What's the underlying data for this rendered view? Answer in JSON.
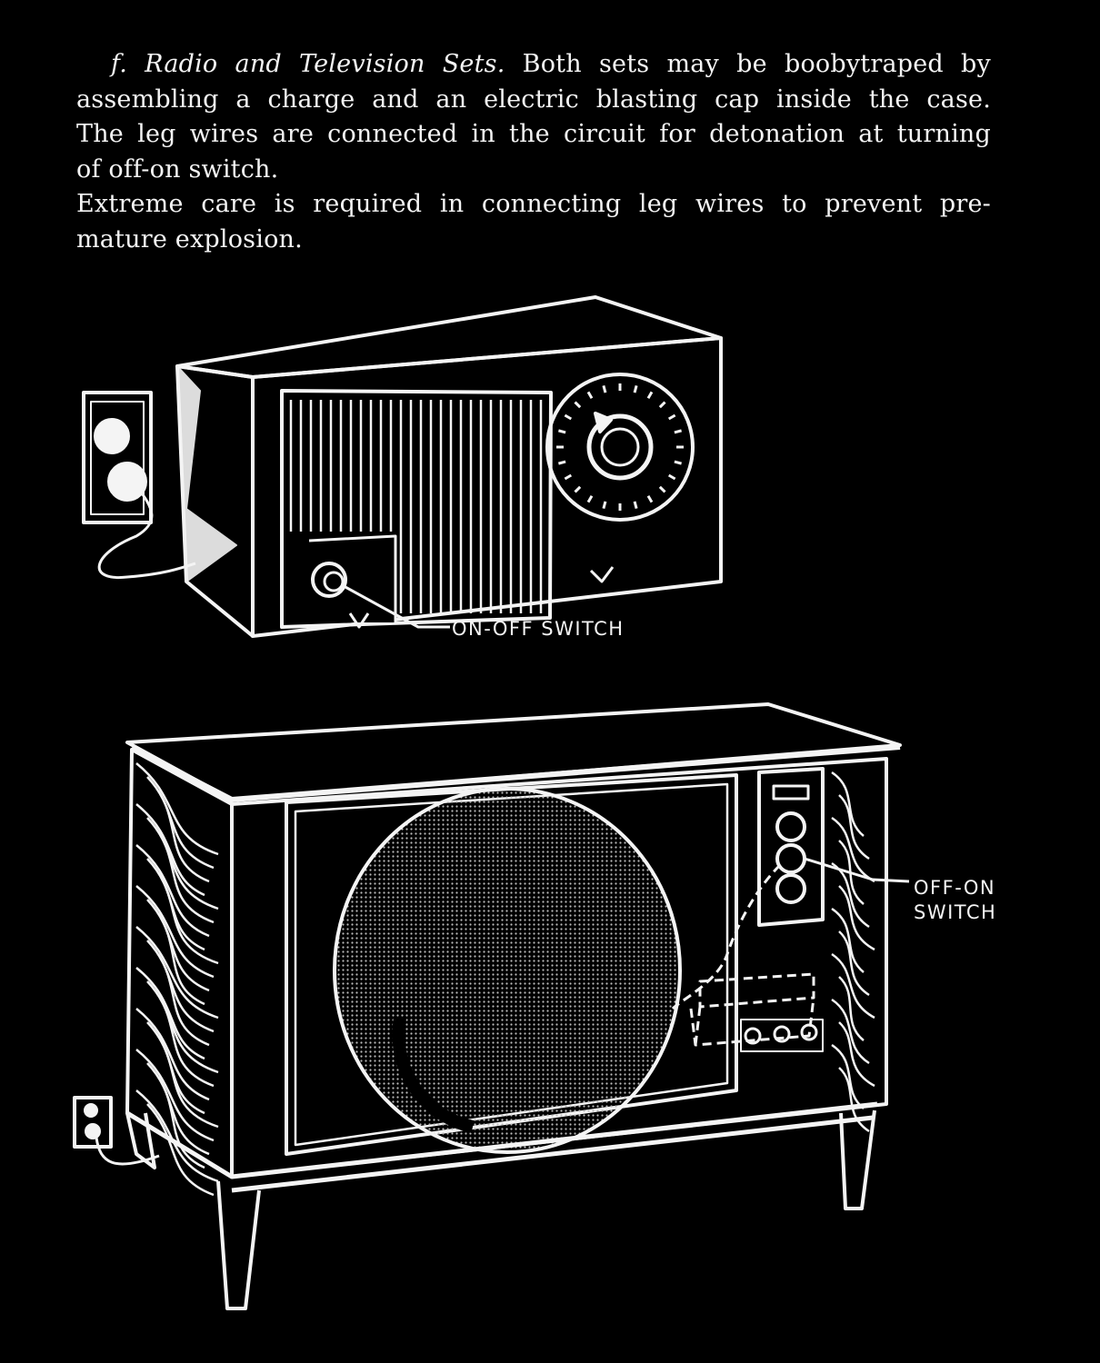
{
  "paragraph": {
    "heading": "f. Radio and Television Sets.",
    "lines": [
      "Both sets may be boobytraped by",
      "assembling a charge and an electric blasting cap inside the case.",
      "The leg wires are connected in the circuit for detonation at turning",
      "of off-on switch.",
      "Extreme care is required in connecting leg wires to prevent pre-",
      "mature explosion."
    ]
  },
  "radio": {
    "callout": "ON-OFF SWITCH"
  },
  "television": {
    "callout_line1": "OFF-ON",
    "callout_line2": "SWITCH"
  },
  "colors": {
    "background": "#000000",
    "ink": "#f4f4f4"
  }
}
